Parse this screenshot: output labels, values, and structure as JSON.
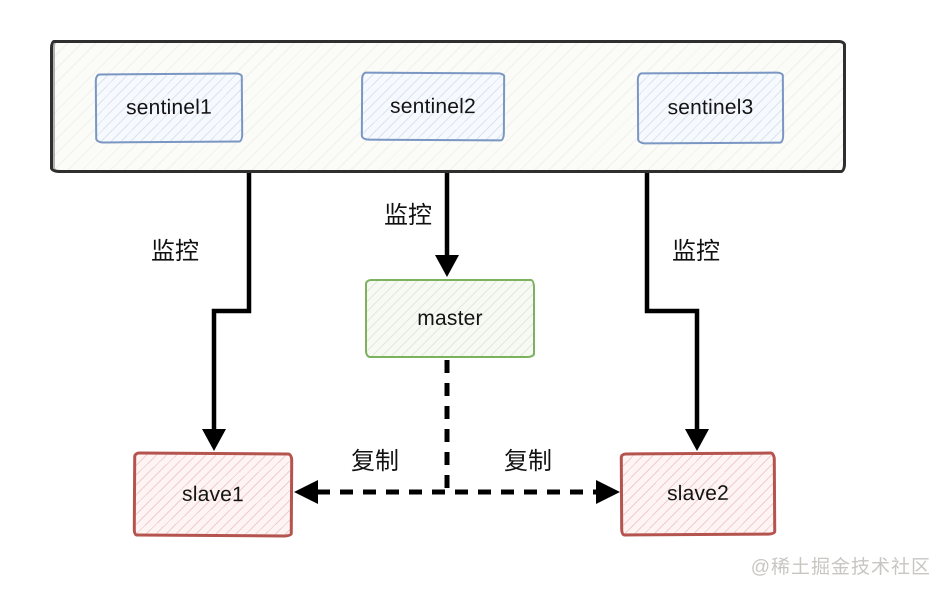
{
  "nodes": {
    "sentinel1": {
      "label": "sentinel1"
    },
    "sentinel2": {
      "label": "sentinel2"
    },
    "sentinel3": {
      "label": "sentinel3"
    },
    "master": {
      "label": "master"
    },
    "slave1": {
      "label": "slave1"
    },
    "slave2": {
      "label": "slave2"
    }
  },
  "edge_labels": {
    "monitor_left": "监控",
    "monitor_middle": "监控",
    "monitor_right": "监控",
    "replicate_left": "复制",
    "replicate_right": "复制"
  },
  "watermark": {
    "text": "@稀土掘金技术社区"
  },
  "colors": {
    "outer_border": "#2f2f2f",
    "sentinel_border": "#7a96c2",
    "master_border": "#7cb25e",
    "slave_border": "#b5534f",
    "arrow": "#000000",
    "watermark": "#c8c6c3"
  }
}
